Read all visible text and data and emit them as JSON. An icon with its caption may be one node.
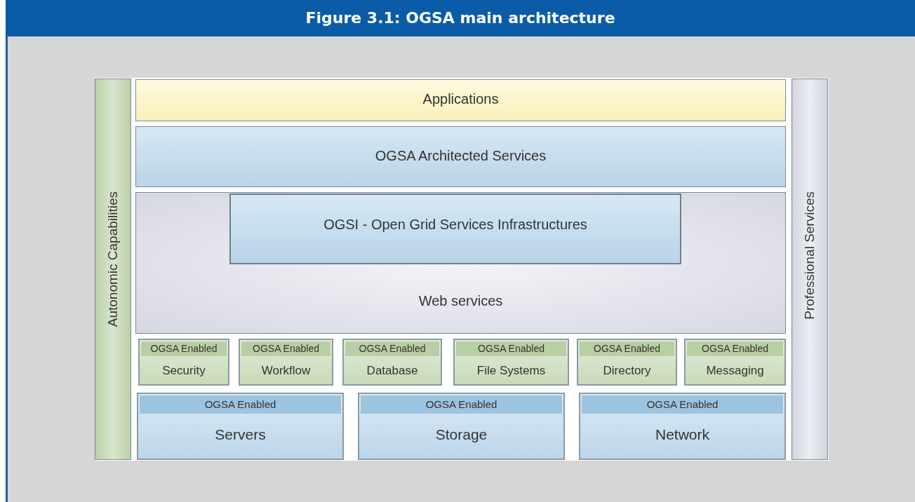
{
  "diagram": {
    "title": "Figure 3.1:  OGSA main architecture",
    "nodes": [
      {
        "text": [
          "Autonomic Capabilities"
        ]
      },
      {
        "text": [
          "Applications"
        ]
      },
      {
        "text": [
          "OGSA Architected Services"
        ]
      },
      {
        "text": [
          "Web services"
        ]
      },
      {
        "text": [
          "OGSI - Open Grid Services Infrastructures"
        ],
        "in": 3
      },
      {
        "text": [
          "OGSA Enabled",
          "Security"
        ]
      },
      {
        "text": [
          "OGSA Enabled",
          "Workflow"
        ]
      },
      {
        "text": [
          "OGSA Enabled",
          "Database"
        ]
      },
      {
        "text": [
          "OGSA Enabled",
          "File Systems"
        ]
      },
      {
        "text": [
          "OGSA Enabled",
          "Directory"
        ]
      },
      {
        "text": [
          "OGSA Enabled",
          "Messaging"
        ]
      },
      {
        "text": [
          "OGSA Enabled",
          "Servers"
        ]
      },
      {
        "text": [
          "OGSA Enabled",
          "Storage"
        ]
      },
      {
        "text": [
          "OGSA Enabled",
          "Network"
        ]
      },
      {
        "text": [
          "Professional Services"
        ]
      }
    ],
    "edges": []
  }
}
